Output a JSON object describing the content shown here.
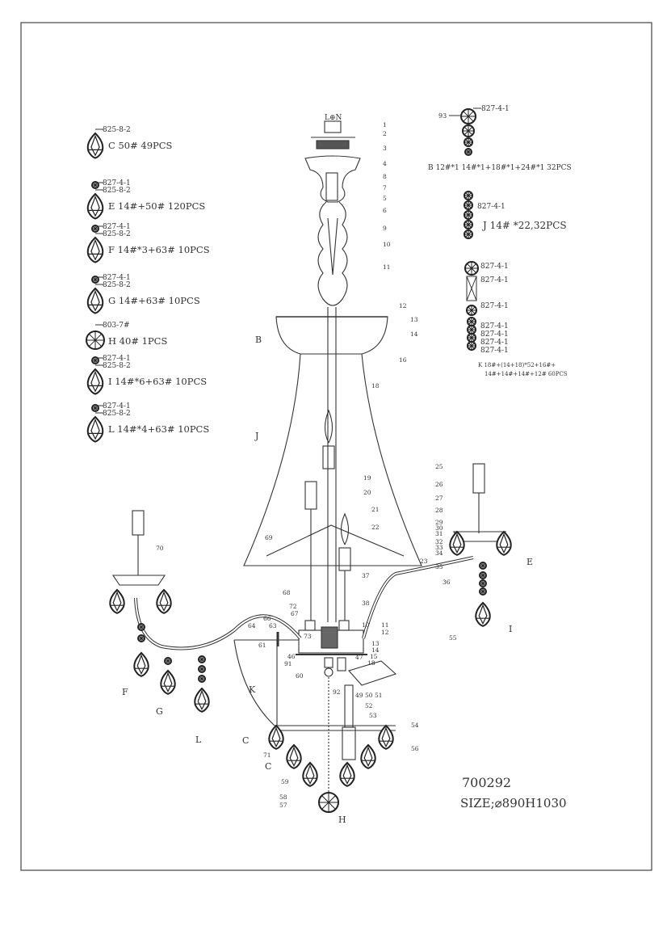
{
  "legend": [
    {
      "letter_line": "C 50# 49PCS",
      "parts": [
        "825-8-2"
      ],
      "shape": "drop"
    },
    {
      "letter_line": "E 14#+50# 120PCS",
      "parts": [
        "827-4-1",
        "825-8-2"
      ],
      "shape": "drop"
    },
    {
      "letter_line": "F 14#*3+63# 10PCS",
      "parts": [
        "827-4-1",
        "825-8-2"
      ],
      "shape": "drop"
    },
    {
      "letter_line": "G 14#+63# 10PCS",
      "parts": [
        "827-4-1",
        "825-8-2"
      ],
      "shape": "drop"
    },
    {
      "letter_line": "H 40# 1PCS",
      "parts": [
        "803-7#"
      ],
      "shape": "ball"
    },
    {
      "letter_line": "I 14#*6+63# 10PCS",
      "parts": [
        "827-4-1",
        "825-8-2"
      ],
      "shape": "drop"
    },
    {
      "letter_line": "L 14#*4+63# 10PCS",
      "parts": [
        "827-4-1",
        "825-8-2"
      ],
      "shape": "drop"
    }
  ],
  "strings": {
    "b": {
      "callout": "93",
      "parts": [
        "827-4-1"
      ],
      "caption": "B 12#*1 14#*1+18#*1+24#*1 32PCS"
    },
    "j": {
      "parts": [
        "827-4-1"
      ],
      "caption": "J 14# *22,32PCS"
    },
    "k": {
      "parts": [
        "827-4-1",
        "827-4-1",
        "827-4-1",
        "827-4-1",
        "827-4-1",
        "827-4-1",
        "827-4-1"
      ],
      "caption_line1": "K 18#+(14+18)*52+16#+",
      "caption_line2": "14#+14#+14#+12# 60PCS"
    }
  },
  "wiring_label": "L⊕N",
  "callouts": [
    "1",
    "2",
    "3",
    "4",
    "8",
    "7",
    "5",
    "6",
    "9",
    "10",
    "11",
    "12",
    "13",
    "14",
    "16",
    "18",
    "19",
    "20",
    "21",
    "22",
    "23",
    "37",
    "38",
    "69",
    "68",
    "72",
    "67",
    "66",
    "64",
    "63",
    "61",
    "73",
    "10",
    "11",
    "12",
    "13",
    "14",
    "15",
    "46",
    "47",
    "91",
    "18",
    "60",
    "92",
    "49",
    "50",
    "51",
    "52",
    "53",
    "54",
    "56",
    "71",
    "59",
    "58",
    "57",
    "25",
    "26",
    "27",
    "28",
    "29",
    "30",
    "31",
    "32",
    "33",
    "34",
    "35",
    "36",
    "55",
    "70"
  ],
  "letters": [
    "B",
    "J",
    "K",
    "C",
    "C",
    "F",
    "G",
    "L",
    "H",
    "E",
    "I"
  ],
  "model_number": "700292",
  "size": "SIZE;⌀890H1030"
}
